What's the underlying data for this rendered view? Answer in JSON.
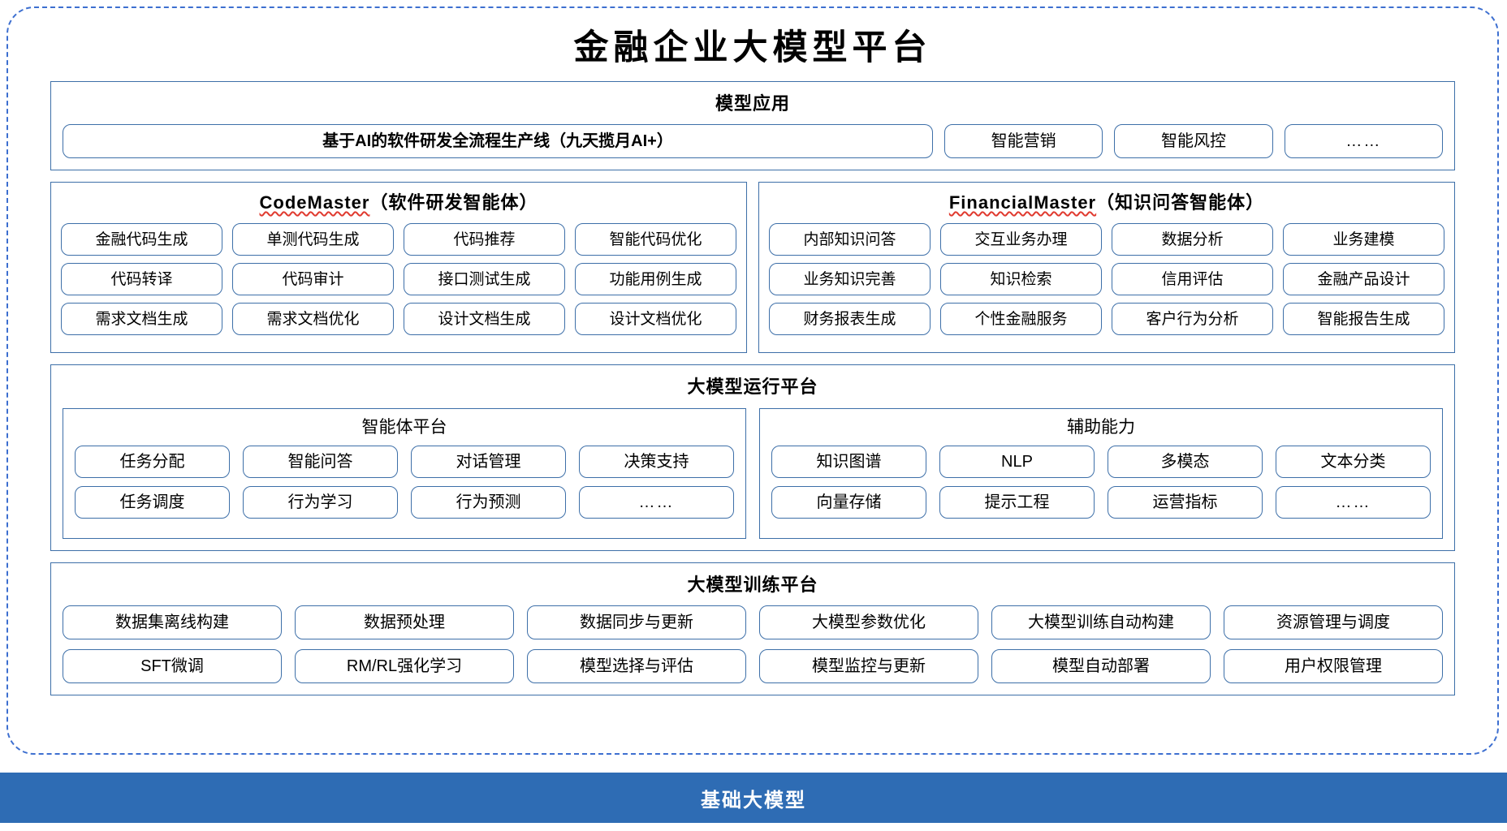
{
  "title": "金融企业大模型平台",
  "application_layer": {
    "title": "模型应用",
    "items": [
      "基于AI的软件研发全流程生产线（九天揽月AI+）",
      "智能营销",
      "智能风控",
      "……"
    ]
  },
  "agents": [
    {
      "name": "CodeMaster",
      "suffix": "（软件研发智能体）",
      "rows": [
        [
          "金融代码生成",
          "单测代码生成",
          "代码推荐",
          "智能代码优化"
        ],
        [
          "代码转译",
          "代码审计",
          "接口测试生成",
          "功能用例生成"
        ],
        [
          "需求文档生成",
          "需求文档优化",
          "设计文档生成",
          "设计文档优化"
        ]
      ]
    },
    {
      "name": "FinancialMaster",
      "suffix": "（知识问答智能体）",
      "rows": [
        [
          "内部知识问答",
          "交互业务办理",
          "数据分析",
          "业务建模"
        ],
        [
          "业务知识完善",
          "知识检索",
          "信用评估",
          "金融产品设计"
        ],
        [
          "财务报表生成",
          "个性金融服务",
          "客户行为分析",
          "智能报告生成"
        ]
      ]
    }
  ],
  "runtime_platform": {
    "title": "大模型运行平台",
    "subboxes": [
      {
        "title": "智能体平台",
        "rows": [
          [
            "任务分配",
            "智能问答",
            "对话管理",
            "决策支持"
          ],
          [
            "任务调度",
            "行为学习",
            "行为预测",
            "……"
          ]
        ]
      },
      {
        "title": "辅助能力",
        "rows": [
          [
            "知识图谱",
            "NLP",
            "多模态",
            "文本分类"
          ],
          [
            "向量存储",
            "提示工程",
            "运营指标",
            "……"
          ]
        ]
      }
    ]
  },
  "training_platform": {
    "title": "大模型训练平台",
    "rows": [
      [
        "数据集离线构建",
        "数据预处理",
        "数据同步与更新",
        "大模型参数优化",
        "大模型训练自动构建",
        "资源管理与调度"
      ],
      [
        "SFT微调",
        "RM/RL强化学习",
        "模型选择与评估",
        "模型监控与更新",
        "模型自动部署",
        "用户权限管理"
      ]
    ]
  },
  "base_bar": {
    "label": "基础大模型"
  },
  "colors": {
    "border_blue": "#3D6FA8",
    "frame_dashed_blue": "#3D6FD0",
    "base_bar_blue": "#2E6CB4",
    "spellcheck_red": "#E03A2F",
    "text_black": "#000000",
    "background_white": "#FFFFFF"
  }
}
